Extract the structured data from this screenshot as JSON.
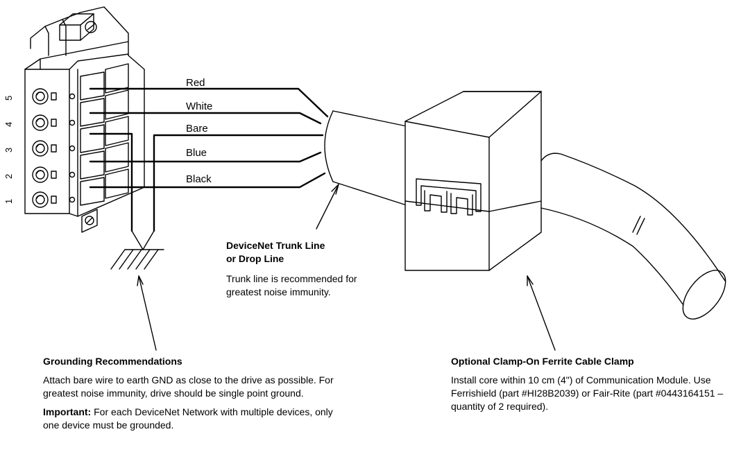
{
  "wires": [
    {
      "label": "Red"
    },
    {
      "label": "White"
    },
    {
      "label": "Bare"
    },
    {
      "label": "Blue"
    },
    {
      "label": "Black"
    }
  ],
  "pin_numbers": [
    "5",
    "4",
    "3",
    "2",
    "1"
  ],
  "trunk": {
    "title_line1": "DeviceNet Trunk Line",
    "title_line2": "or Drop Line",
    "body": "Trunk line is recommended for greatest noise immunity."
  },
  "grounding": {
    "title": "Grounding Recommendations",
    "body": "Attach bare wire to earth GND as close to the drive as possible. For greatest noise immunity, drive should be single point ground.",
    "important_label": "Important:",
    "important_text": " For each DeviceNet Network with multiple devices, only one device must be grounded."
  },
  "ferrite": {
    "title": "Optional Clamp-On Ferrite Cable Clamp",
    "body": "Install core within 10 cm (4\") of Communication Module. Use Ferrishield (part #HI28B2039) or Fair-Rite (part #0443164151 – quantity of 2 required)."
  }
}
